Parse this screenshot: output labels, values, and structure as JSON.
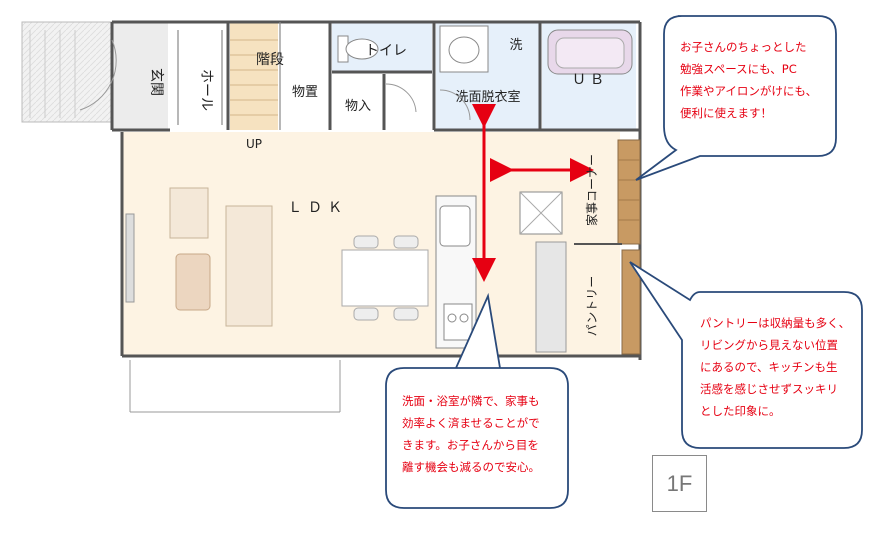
{
  "floor_label": "1F",
  "rooms": {
    "entrance": "玄関",
    "hall": "ホール",
    "stairs": "階段",
    "storage": "物置",
    "toilet": "トイレ",
    "closet": "物入",
    "washroom": "洗面脱衣室",
    "washer": "洗",
    "unit_bath": "ＵＢ",
    "ldk": "ＬＤＫ",
    "up": "UP",
    "housework": "家事コーナー",
    "pantry": "パントリー"
  },
  "callouts": {
    "top_right": [
      "お子さんのちょっとした",
      "勉強スペースにも、PC",
      "作業やアイロンがけにも、",
      "便利に使えます！"
    ],
    "bottom_right": [
      "パントリーは収納量も多く、",
      "リビングから見えない位置",
      "にあるので、キッチンも生",
      "活感を感じさせずスッキリ",
      "とした印象に。"
    ],
    "bottom_center": [
      "洗面・浴室が隣で、家事も",
      "効率よく済ませることがで",
      "きます。お子さんから目を",
      "離す機会も減るので安心。"
    ]
  },
  "colors": {
    "ldk_floor": "#fdf3e3",
    "wet_area": "#e6f0fa",
    "stairs": "#f6e2c0",
    "counter_wood": "#c89a63",
    "wall": "#555555",
    "arrow": "#e60012",
    "callout_border": "#2a4a7a",
    "callout_text": "#e60012"
  }
}
